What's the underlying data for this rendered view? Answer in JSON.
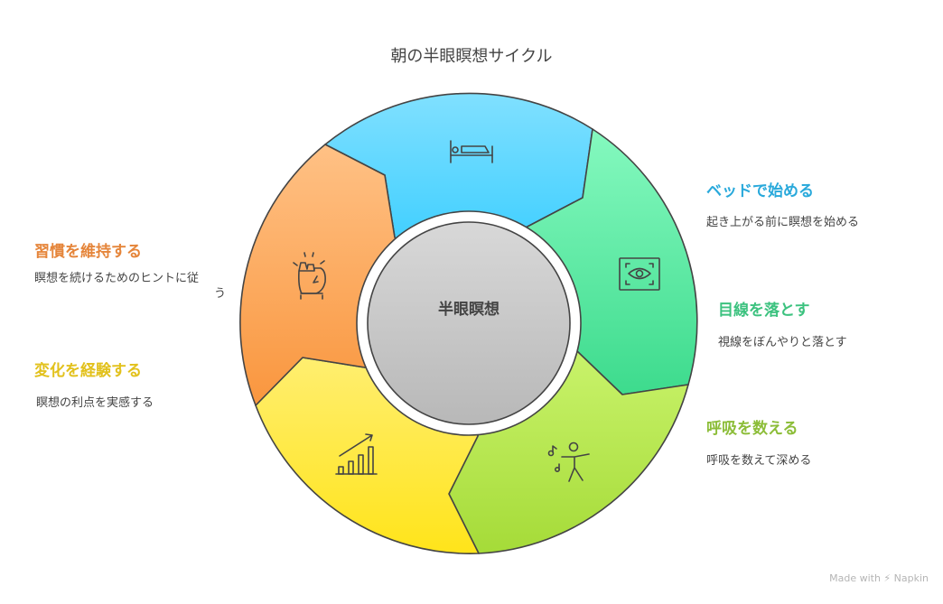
{
  "title": "朝の半眼瞑想サイクル",
  "center": "半眼瞑想",
  "steps": [
    {
      "title": "ベッドで始める",
      "desc": "起き上がる前に瞑想を始める",
      "icon": "bed-icon",
      "color": "#29a9db"
    },
    {
      "title": "目線を落とす",
      "desc": "視線をぼんやりと落とす",
      "icon": "eye-icon",
      "color": "#3cc27f"
    },
    {
      "title": "呼吸を数える",
      "desc": "呼吸を数えて深める",
      "icon": "dancing-person-icon",
      "color": "#8cbd38"
    },
    {
      "title": "変化を経験する",
      "desc": "瞑想の利点を実感する",
      "icon": "growth-chart-icon",
      "color": "#e2c11c"
    },
    {
      "title": "習慣を維持する",
      "desc_line1": "瞑想を続けるためのヒントに従",
      "desc_line2": "う",
      "icon": "fist-icon",
      "color": "#e5853a"
    }
  ],
  "footer": "Made with ⚡ Napkin"
}
